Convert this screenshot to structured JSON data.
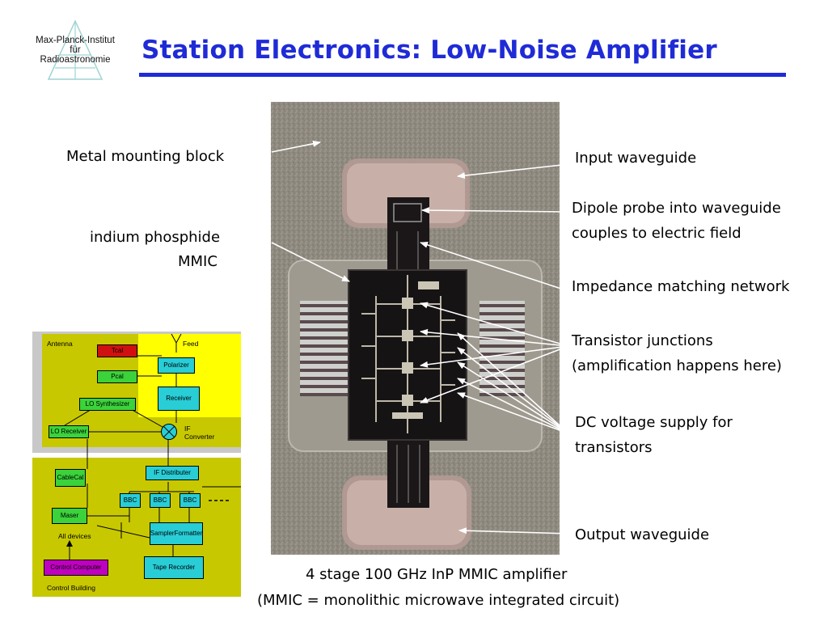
{
  "logo": {
    "lines": [
      "Max-Planck-Institut",
      "für",
      "Radioastronomie"
    ]
  },
  "title": "Station Electronics: Low-Noise Amplifier",
  "labels": {
    "metal_block": "Metal mounting block",
    "inp_line1": "indium phosphide",
    "inp_line2": "MMIC",
    "input_wg": "Input waveguide",
    "dipole_line1": "Dipole probe into waveguide",
    "dipole_line2": "couples to electric field",
    "impedance": "Impedance matching network",
    "transistor_line1": "Transistor junctions",
    "transistor_line2": "(amplification happens here)",
    "dc_line1": "DC voltage supply for",
    "dc_line2": "transistors",
    "output_wg": "Output waveguide"
  },
  "caption": {
    "line1": "4 stage 100 GHz InP MMIC amplifier",
    "line2": "(MMIC = monolithic microwave integrated circuit)"
  },
  "diagram": {
    "antenna": "Antenna",
    "feed": "Feed",
    "tcal": "Tcal",
    "pcal": "Pcal",
    "polarizer": "Polarizer",
    "receiver": "Receiver",
    "lo_synth": "LO Synthesizer",
    "lo_receiver": "LO Receiver",
    "if_converter_1": "IF",
    "if_converter_2": "Converter",
    "cable_cal_1": "Cable",
    "cable_cal_2": "Cal",
    "if_distributer": "IF Distributer",
    "bbc1": "BBC",
    "bbc2": "BBC",
    "bbc3": "BBC",
    "maser": "Maser",
    "all_devices": "All devices",
    "sampler_1": "Sampler",
    "sampler_2": "Formatter",
    "control_computer": "Control Computer",
    "tape_recorder": "Tape Recorder",
    "control_building": "Control Building"
  },
  "colors": {
    "title_blue": "#1f2bd6",
    "diagram_yellow_green": "#c8c800",
    "diagram_yellow": "#ffff00",
    "diagram_gray": "#c8c8c8",
    "box_cyan": "#29cdd6",
    "box_green": "#3bd23b",
    "box_red": "#d01010",
    "box_magenta": "#c000c0"
  }
}
